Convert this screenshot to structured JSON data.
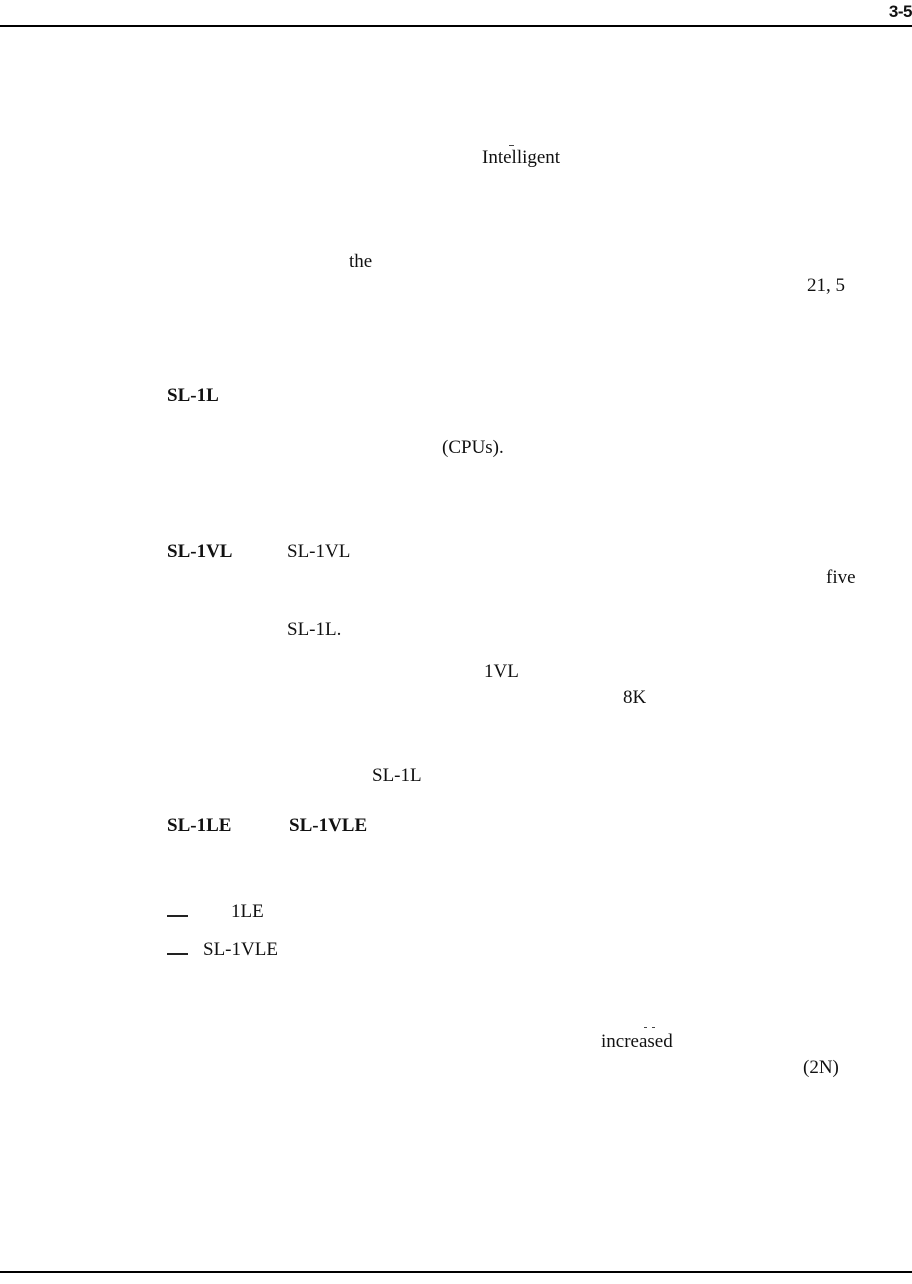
{
  "header": {
    "page_number": "3-5"
  },
  "fragments": {
    "f01": "Intelligent",
    "f02": "the",
    "f03": "21, 5",
    "f04": "SL-1L",
    "f05": "(CPUs).",
    "f06": "SL-1VL",
    "f07": "SL-1VL",
    "f08": "five",
    "f09": "SL-1L.",
    "f10": "1VL",
    "f11": "8K",
    "f12": "SL-1L",
    "f13": "SL-1LE",
    "f14": "SL-1VLE",
    "f15": "1LE",
    "f16": "SL-1VLE",
    "f17": "increased",
    "f18": "(2N)"
  }
}
